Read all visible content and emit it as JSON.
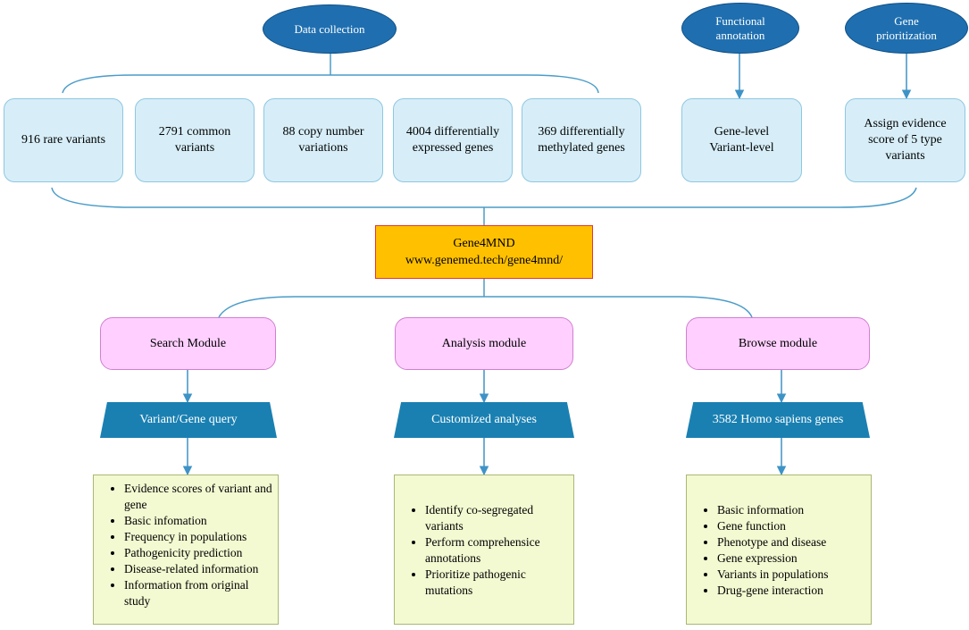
{
  "top_groups": {
    "data_collection": "Data collection",
    "functional_annotation": "Functional annotation",
    "gene_prioritization": "Gene prioritization"
  },
  "data_items": [
    "916 rare variants",
    "2791 common variants",
    "88 copy number variations",
    "4004 differentially expressed genes",
    "369 differentially methylated genes"
  ],
  "annotation_box": [
    "Gene-level",
    "Variant-level"
  ],
  "prioritization_box": "Assign evidence score of 5 type variants",
  "core": {
    "name": "Gene4MND",
    "url": "www.genemed.tech/gene4mnd/"
  },
  "modules": [
    {
      "title": "Search Module",
      "banner": "Variant/Gene query",
      "items": [
        "Evidence scores of variant and gene",
        "Basic infomation",
        "Frequency in populations",
        "Pathogenicity prediction",
        "Disease-related information",
        "Information from original study"
      ]
    },
    {
      "title": "Analysis module",
      "banner": "Customized analyses",
      "items": [
        "Identify co-segregated variants",
        "Perform comprehensice annotations",
        "Prioritize pathogenic mutations"
      ]
    },
    {
      "title": "Browse module",
      "banner": "3582 Homo sapiens genes",
      "items": [
        "Basic information",
        "Gene function",
        "Phenotype and disease",
        "Gene expression",
        "Variants in populations",
        "Drug-gene interaction"
      ]
    }
  ],
  "colors": {
    "ellipse": "#1f6fb0",
    "data_box": "#d7eef8",
    "core_fill": "#ffc000",
    "core_border": "#e0392d",
    "module": "#ffd0ff",
    "banner": "#1a80b2",
    "list_box": "#f3f9d1",
    "connector": "#4a9cc9"
  }
}
